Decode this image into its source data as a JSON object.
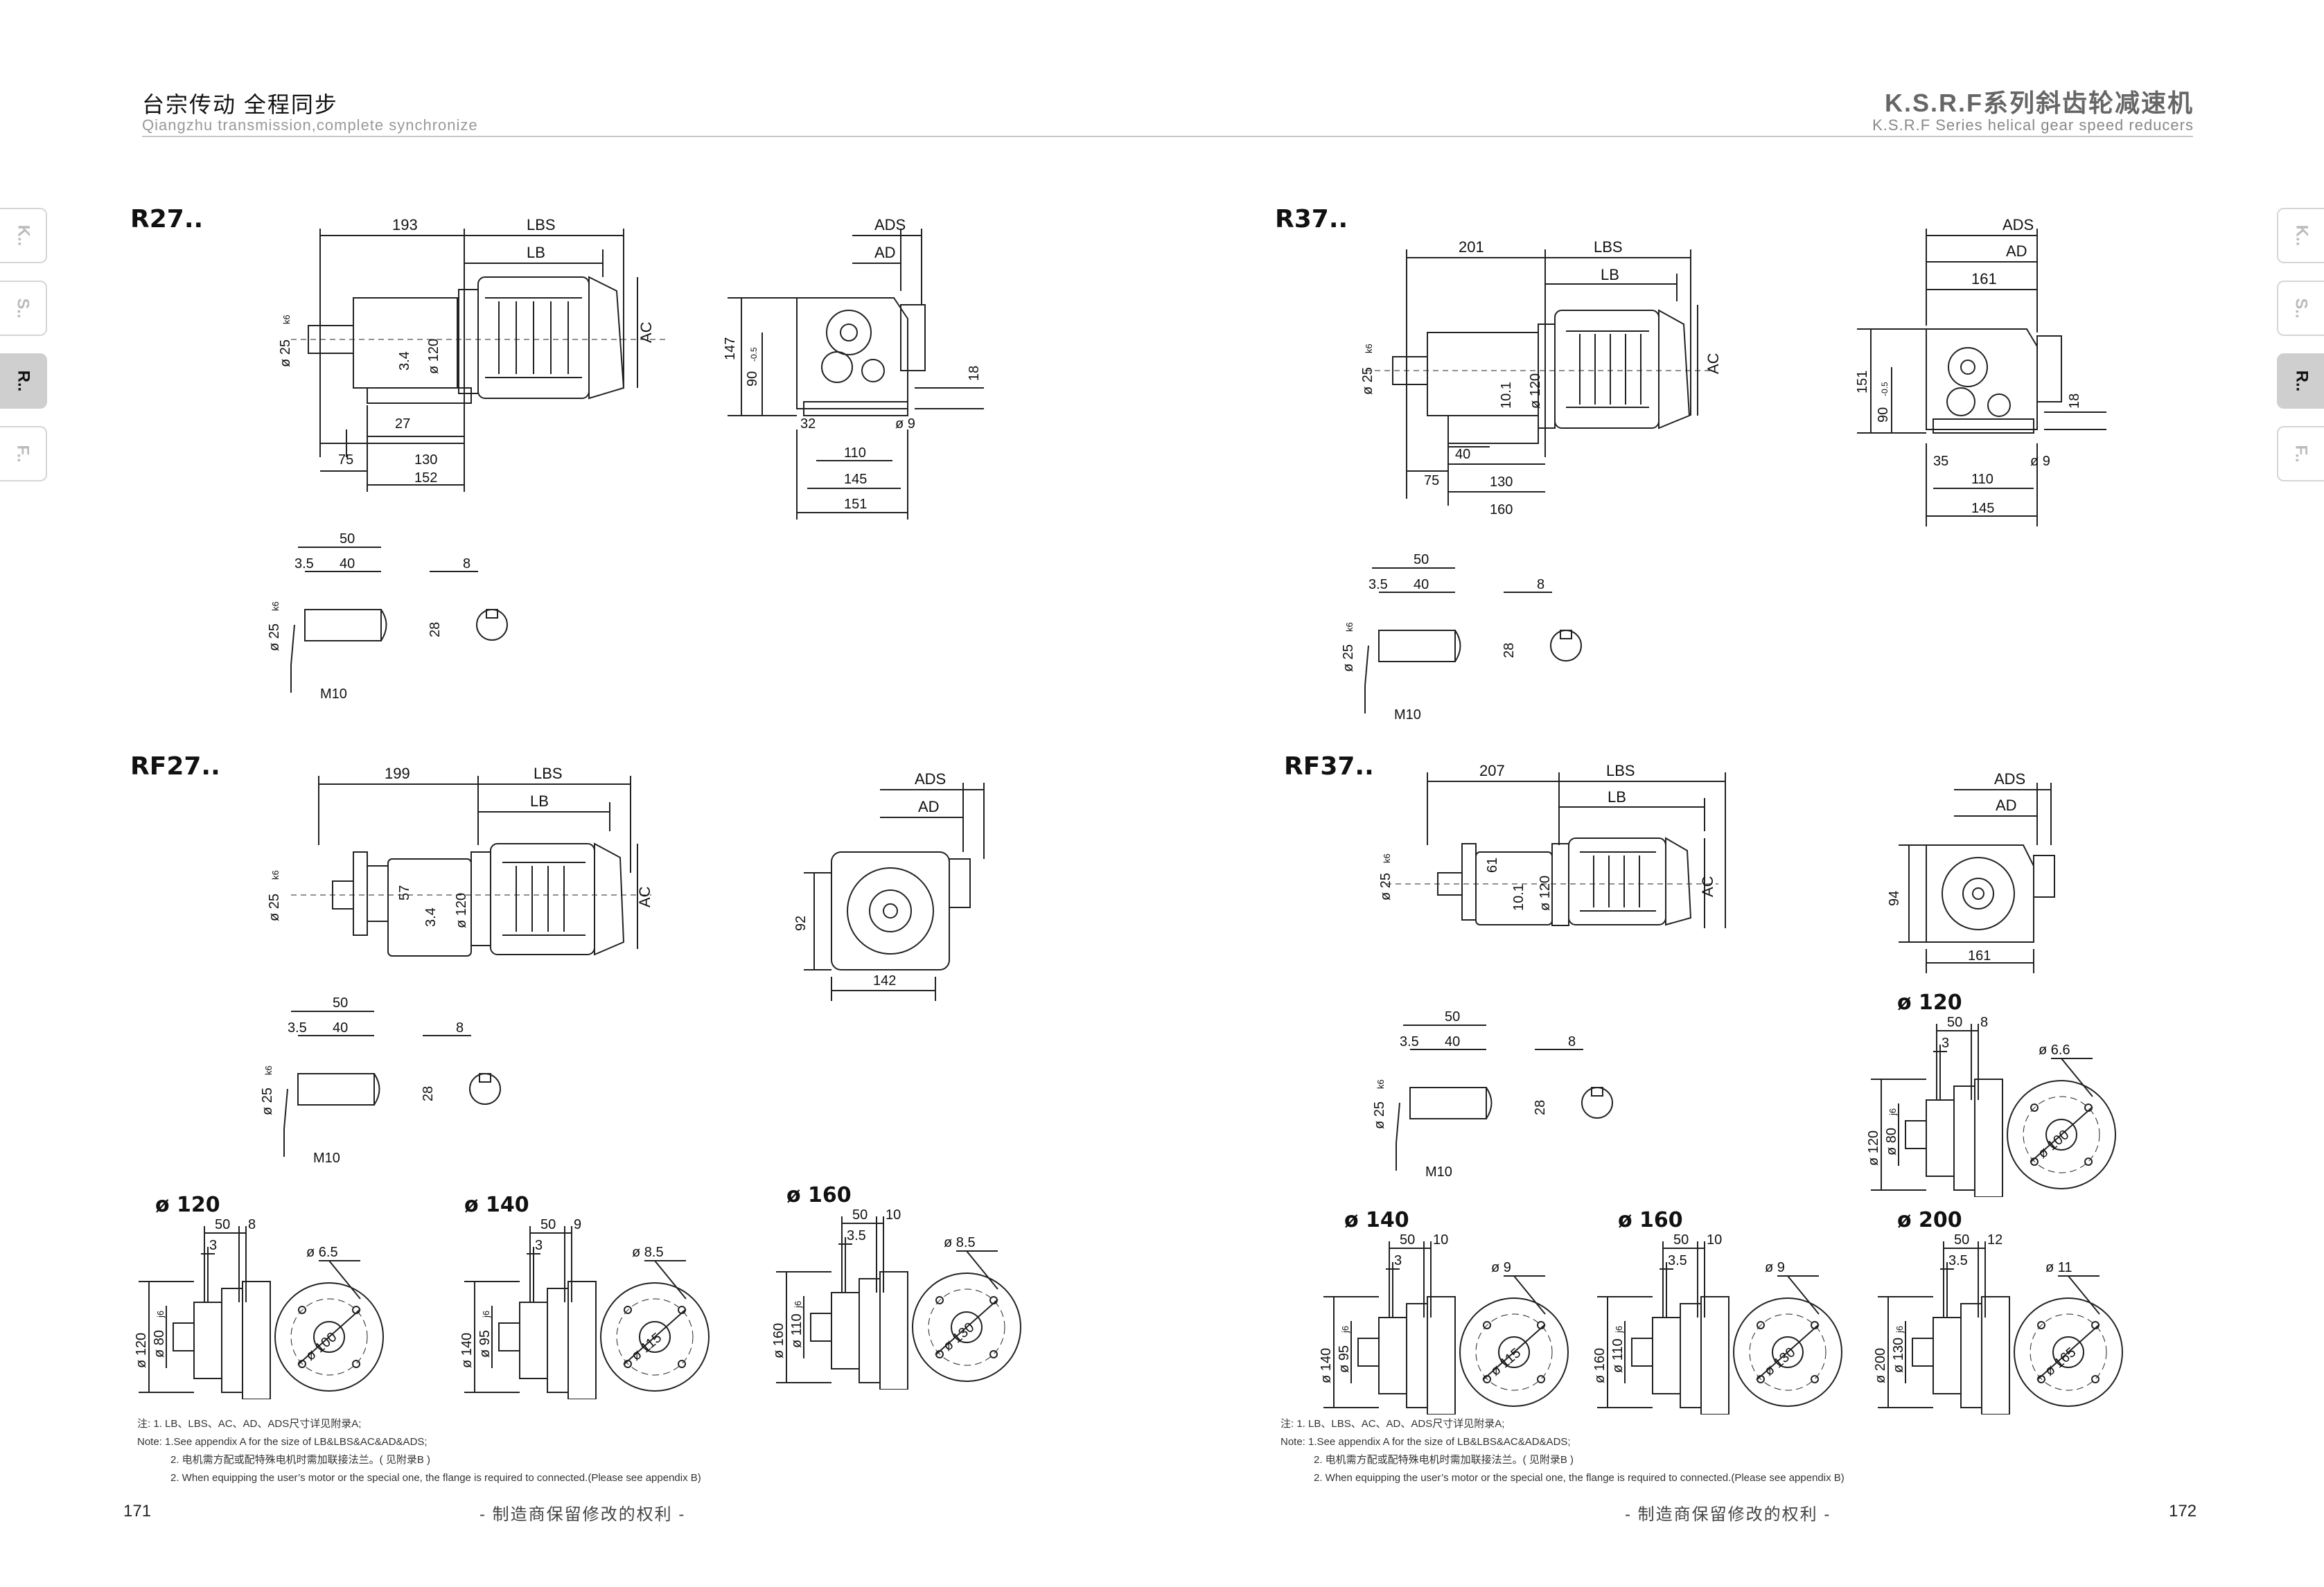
{
  "header": {
    "left_cn": "台宗传动   全程同步",
    "left_en": "Qiangzhu transmission,complete synchronize",
    "right_cn": "K.S.R.F系列斜齿轮减速机",
    "right_en": "K.S.R.F Series helical gear speed reducers"
  },
  "tabs": [
    "K..",
    "S..",
    "R..",
    "F.."
  ],
  "active_tab": "R..",
  "sections": {
    "r27": {
      "model": "R27..",
      "dims": {
        "d193": "193",
        "lbs": "LBS",
        "lb": "LB",
        "ac": "AC",
        "ads": "ADS",
        "ad": "AD",
        "d25": "ø 25",
        "k6": "k6",
        "d34": "3.4",
        "d120": "ø 120",
        "d27": "27",
        "d75": "75",
        "d130": "130",
        "d152": "152",
        "d147": "147",
        "d90": "90",
        "m05": "-0.5",
        "d32": "32",
        "d18": "18",
        "d110": "110",
        "d9": "ø 9",
        "d145": "145",
        "d151": "151"
      },
      "shaft": {
        "d50": "50",
        "d35": "3.5",
        "d40": "40",
        "d8": "8",
        "d28": "28",
        "d25": "ø 25",
        "k6": "k6",
        "m10": "M10"
      }
    },
    "r37": {
      "model": "R37..",
      "dims": {
        "d201": "201",
        "lbs": "LBS",
        "lb": "LB",
        "ac": "AC",
        "ads": "ADS",
        "ad": "AD",
        "d161": "161",
        "d25": "ø 25",
        "k6": "k6",
        "d101": "10.1",
        "d120": "ø 120",
        "d40": "40",
        "d75": "75",
        "d130": "130",
        "d160": "160",
        "d151": "151",
        "d90": "90",
        "m05": "-0.5",
        "d35": "35",
        "d18": "18",
        "d110": "110",
        "d9": "ø 9",
        "d145": "145"
      },
      "shaft": {
        "d50": "50",
        "d35": "3.5",
        "d40": "40",
        "d8": "8",
        "d28": "28",
        "d25": "ø 25",
        "k6": "k6",
        "m10": "M10"
      }
    },
    "rf27": {
      "model": "RF27..",
      "dims": {
        "d199": "199",
        "lbs": "LBS",
        "lb": "LB",
        "ac": "AC",
        "ads": "ADS",
        "ad": "AD",
        "d25": "ø 25",
        "k6": "k6",
        "d57": "57",
        "d34": "3.4",
        "d120": "ø 120",
        "d92": "92",
        "d142": "142"
      },
      "shaft": {
        "d50": "50",
        "d35": "3.5",
        "d40": "40",
        "d8": "8",
        "d28": "28",
        "d25": "ø 25",
        "k6": "k6",
        "m10": "M10"
      }
    },
    "rf37": {
      "model": "RF37..",
      "dims": {
        "d207": "207",
        "lbs": "LBS",
        "lb": "LB",
        "ac": "AC",
        "ads": "ADS",
        "ad": "AD",
        "d25": "ø 25",
        "k6": "k6",
        "d61": "61",
        "d101": "10.1",
        "d120": "ø 120",
        "d94": "94",
        "d161": "161"
      },
      "shaft": {
        "d50": "50",
        "d35": "3.5",
        "d40": "40",
        "d8": "8",
        "d28": "28",
        "d25": "ø 25",
        "k6": "k6",
        "m10": "M10"
      }
    }
  },
  "flanges": {
    "f120a": {
      "title": "ø 120",
      "a": "50",
      "b": "8",
      "c": "3",
      "hole": "ø 6.5",
      "od": "ø 120",
      "pil": "ø 80",
      "tol": "j6",
      "pcd": "ø 100"
    },
    "f140a": {
      "title": "ø 140",
      "a": "50",
      "b": "9",
      "c": "3",
      "hole": "ø 8.5",
      "od": "ø 140",
      "pil": "ø 95",
      "tol": "j6",
      "pcd": "ø 115"
    },
    "f160a": {
      "title": "ø 160",
      "a": "50",
      "b": "10",
      "c": "3.5",
      "hole": "ø 8.5",
      "od": "ø 160",
      "pil": "ø 110",
      "tol": "j6",
      "pcd": "ø 130"
    },
    "f120b": {
      "title": "ø 120",
      "a": "50",
      "b": "8",
      "c": "3",
      "hole": "ø 6.6",
      "od": "ø 120",
      "pil": "ø 80",
      "tol": "j6",
      "pcd": "ø 100"
    },
    "f140b": {
      "title": "ø 140",
      "a": "50",
      "b": "10",
      "c": "3",
      "hole": "ø 9",
      "od": "ø 140",
      "pil": "ø 95",
      "tol": "j6",
      "pcd": "ø 115"
    },
    "f160b": {
      "title": "ø 160",
      "a": "50",
      "b": "10",
      "c": "3.5",
      "hole": "ø 9",
      "od": "ø 160",
      "pil": "ø 110",
      "tol": "j6",
      "pcd": "ø 130"
    },
    "f200b": {
      "title": "ø 200",
      "a": "50",
      "b": "12",
      "c": "3.5",
      "hole": "ø 11",
      "od": "ø 200",
      "pil": "ø 130",
      "tol": "j6",
      "pcd": "ø 165"
    }
  },
  "notes": {
    "l1": "注:   1. LB、LBS、AC、AD、ADS尺寸详见附录A;",
    "l2": "Note: 1.See appendix A for the size of LB&LBS&AC&AD&ADS;",
    "l3": "2. 电机需方配或配特殊电机时需加联接法兰。( 见附录B )",
    "l4": "2. When equipping the user’s motor or the special one, the flange is required to connected.(Please see appendix B)"
  },
  "footer": {
    "center": "- 制造商保留修改的权利 -",
    "page_left": "171",
    "page_right": "172"
  }
}
